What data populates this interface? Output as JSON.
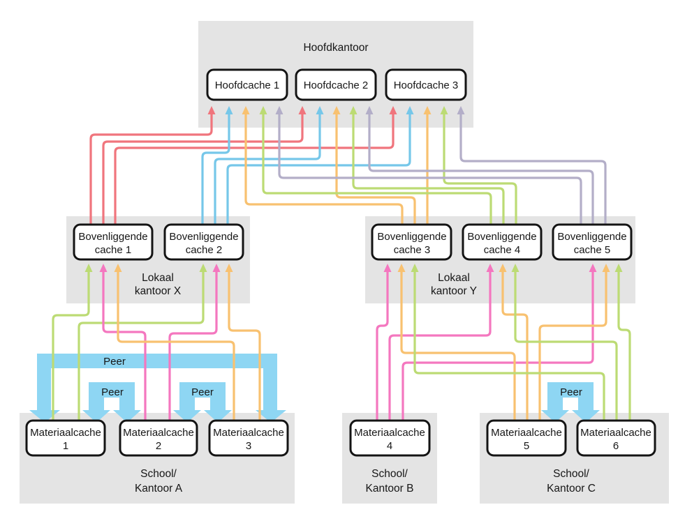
{
  "diagram": {
    "groups": [
      {
        "name": "hoofdkantoor",
        "label": "Hoofdkantoor"
      },
      {
        "name": "lokaal-kantoor-x",
        "label1": "Lokaal",
        "label2": "kantoor X"
      },
      {
        "name": "lokaal-kantoor-y",
        "label1": "Lokaal",
        "label2": "kantoor Y"
      },
      {
        "name": "school-kantoor-a",
        "label1": "School/",
        "label2": "Kantoor A"
      },
      {
        "name": "school-kantoor-b",
        "label1": "School/",
        "label2": "Kantoor B"
      },
      {
        "name": "school-kantoor-c",
        "label1": "School/",
        "label2": "Kantoor C"
      }
    ],
    "main_caches": [
      {
        "label": "Hoofdcache 1"
      },
      {
        "label": "Hoofdcache 2"
      },
      {
        "label": "Hoofdcache 3"
      }
    ],
    "parent_caches": [
      {
        "label1": "Bovenliggende",
        "label2": "cache 1"
      },
      {
        "label1": "Bovenliggende",
        "label2": "cache 2"
      },
      {
        "label1": "Bovenliggende",
        "label2": "cache 3"
      },
      {
        "label1": "Bovenliggende",
        "label2": "cache 4"
      },
      {
        "label1": "Bovenliggende",
        "label2": "cache 5"
      }
    ],
    "content_caches": [
      {
        "label1": "Materiaalcache",
        "label2": "1"
      },
      {
        "label1": "Materiaalcache",
        "label2": "2"
      },
      {
        "label1": "Materiaalcache",
        "label2": "3"
      },
      {
        "label1": "Materiaalcache",
        "label2": "4"
      },
      {
        "label1": "Materiaalcache",
        "label2": "5"
      },
      {
        "label1": "Materiaalcache",
        "label2": "6"
      }
    ],
    "peer_label": "Peer",
    "colors": {
      "red": "#f0757d",
      "blue": "#76c7e9",
      "orange": "#f8c170",
      "green": "#bcdb74",
      "purple": "#b3aec8",
      "pink": "#f477bf",
      "peer_blue": "#8ed6f3",
      "container_gray": "#e4e4e4",
      "box_border": "#141414"
    },
    "connections": {
      "parent_to_main": [
        {
          "from": "Bovenliggende cache 1",
          "to": [
            "Hoofdcache 1",
            "Hoofdcache 2",
            "Hoofdcache 3"
          ],
          "color": "red"
        },
        {
          "from": "Bovenliggende cache 2",
          "to": [
            "Hoofdcache 1",
            "Hoofdcache 2",
            "Hoofdcache 3"
          ],
          "color": "blue"
        },
        {
          "from": "Bovenliggende cache 3",
          "to": [
            "Hoofdcache 1",
            "Hoofdcache 2",
            "Hoofdcache 3"
          ],
          "color": "orange"
        },
        {
          "from": "Bovenliggende cache 4",
          "to": [
            "Hoofdcache 1",
            "Hoofdcache 2",
            "Hoofdcache 3"
          ],
          "color": "green"
        },
        {
          "from": "Bovenliggende cache 5",
          "to": [
            "Hoofdcache 1",
            "Hoofdcache 2",
            "Hoofdcache 3"
          ],
          "color": "purple"
        }
      ],
      "content_to_parent": [
        {
          "from": "Materiaalcache 1",
          "to": [
            "Bovenliggende cache 1",
            "Bovenliggende cache 2"
          ],
          "color": "green"
        },
        {
          "from": "Materiaalcache 2",
          "to": [
            "Bovenliggende cache 1",
            "Bovenliggende cache 2"
          ],
          "color": "pink"
        },
        {
          "from": "Materiaalcache 3",
          "to": [
            "Bovenliggende cache 1",
            "Bovenliggende cache 2"
          ],
          "color": "orange"
        },
        {
          "from": "Materiaalcache 4",
          "to": [
            "Bovenliggende cache 3",
            "Bovenliggende cache 4",
            "Bovenliggende cache 5"
          ],
          "color": "pink"
        },
        {
          "from": "Materiaalcache 5",
          "to": [
            "Bovenliggende cache 3",
            "Bovenliggende cache 4",
            "Bovenliggende cache 5"
          ],
          "color": "orange"
        },
        {
          "from": "Materiaalcache 6",
          "to": [
            "Bovenliggende cache 3",
            "Bovenliggende cache 4",
            "Bovenliggende cache 5"
          ],
          "color": "green"
        }
      ],
      "peer_links": [
        {
          "between": [
            "Materiaalcache 1",
            "Materiaalcache 3"
          ],
          "label": "Peer"
        },
        {
          "between": [
            "Materiaalcache 1",
            "Materiaalcache 2"
          ],
          "label": "Peer"
        },
        {
          "between": [
            "Materiaalcache 2",
            "Materiaalcache 3"
          ],
          "label": "Peer"
        },
        {
          "between": [
            "Materiaalcache 5",
            "Materiaalcache 6"
          ],
          "label": "Peer"
        }
      ]
    }
  }
}
